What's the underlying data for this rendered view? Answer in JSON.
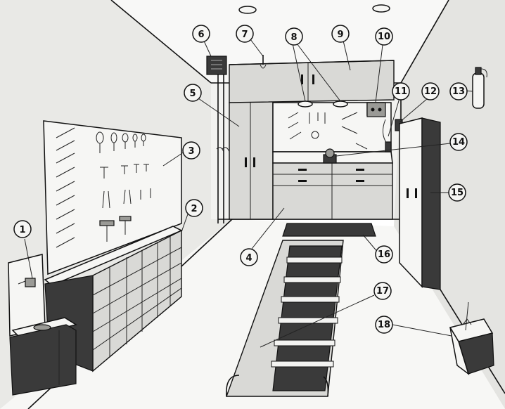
{
  "callouts": [
    {
      "id": "callout-1",
      "number": "1"
    },
    {
      "id": "callout-2",
      "number": "2"
    },
    {
      "id": "callout-3",
      "number": "3"
    },
    {
      "id": "callout-4",
      "number": "4"
    },
    {
      "id": "callout-5",
      "number": "5"
    },
    {
      "id": "callout-6",
      "number": "6"
    },
    {
      "id": "callout-7",
      "number": "7"
    },
    {
      "id": "callout-8",
      "number": "8"
    },
    {
      "id": "callout-9",
      "number": "9"
    },
    {
      "id": "callout-10",
      "number": "10"
    },
    {
      "id": "callout-11",
      "number": "11"
    },
    {
      "id": "callout-12",
      "number": "12"
    },
    {
      "id": "callout-13",
      "number": "13"
    },
    {
      "id": "callout-14",
      "number": "14"
    },
    {
      "id": "callout-15",
      "number": "15"
    },
    {
      "id": "callout-16",
      "number": "16"
    },
    {
      "id": "callout-17",
      "number": "17"
    },
    {
      "id": "callout-18",
      "number": "18"
    }
  ]
}
